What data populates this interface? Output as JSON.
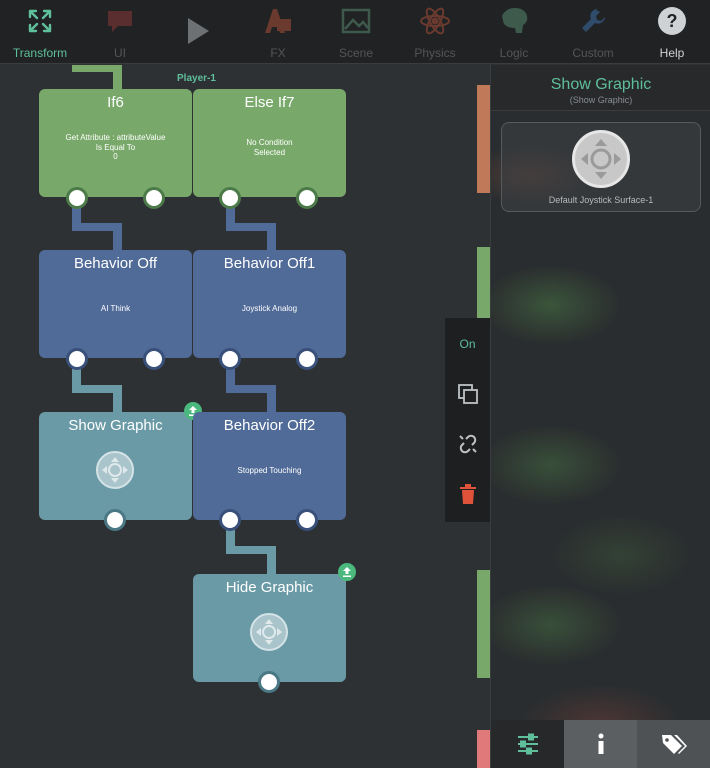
{
  "toolbar": {
    "items": [
      {
        "label": "Transform",
        "icon": "transform-icon"
      },
      {
        "label": "UI",
        "icon": "ui-icon"
      },
      {
        "label": "",
        "icon": "play-icon"
      },
      {
        "label": "FX",
        "icon": "fx-icon"
      },
      {
        "label": "Scene",
        "icon": "scene-icon"
      },
      {
        "label": "Physics",
        "icon": "physics-icon"
      },
      {
        "label": "Logic",
        "icon": "logic-icon"
      },
      {
        "label": "Custom",
        "icon": "custom-wrench-icon"
      },
      {
        "label": "Help",
        "icon": "help-icon"
      }
    ],
    "active_color": "#5fbf9a"
  },
  "canvas": {
    "owner_label": "Player-1",
    "nodes": {
      "if6": {
        "title": "If6",
        "subtitle": "Get Attribute : attributeValue\nIs Equal To\n0"
      },
      "else_if7": {
        "title": "Else If7",
        "subtitle": "No Condition\nSelected"
      },
      "behavior_off": {
        "title": "Behavior Off",
        "subtitle": "AI Think"
      },
      "behavior_off1": {
        "title": "Behavior Off1",
        "subtitle": "Joystick Analog"
      },
      "show_graphic": {
        "title": "Show Graphic"
      },
      "behavior_off2": {
        "title": "Behavior Off2",
        "subtitle": "Stopped Touching"
      },
      "hide_graphic": {
        "title": "Hide Graphic"
      }
    },
    "colors": {
      "condition": "#79a96a",
      "behavior": "#516b98",
      "graphic": "#6a9aa6"
    }
  },
  "context_menu": {
    "toggle_label": "On",
    "items": [
      "duplicate-icon",
      "unlink-icon",
      "trash-icon"
    ]
  },
  "panel": {
    "title": "Show Graphic",
    "subtitle": "(Show Graphic)",
    "graphic_label": "Default Joystick Surface-1",
    "tabs": [
      "sliders-icon",
      "info-icon",
      "tags-icon"
    ]
  }
}
